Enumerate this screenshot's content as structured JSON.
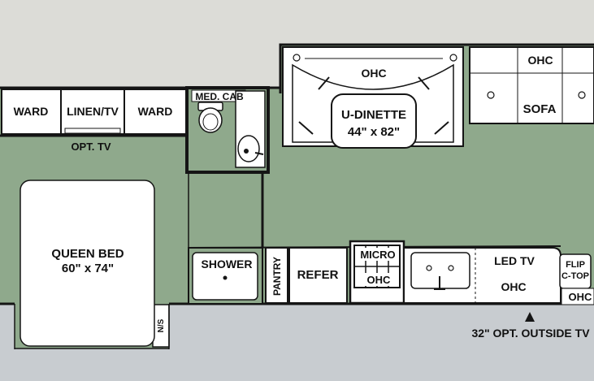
{
  "labels": {
    "ward_left": "WARD",
    "linen_tv": "LINEN/TV",
    "ward_right": "WARD",
    "opt_tv": "OPT. TV",
    "med_cab": "MED. CAB",
    "ohc_dinette": "OHC",
    "u_dinette": "U-DINETTE",
    "dinette_size": "44\" x 82\"",
    "ohc_sofa": "OHC",
    "sofa": "SOFA",
    "queen_bed": "QUEEN BED",
    "bed_size": "60\" x 74\"",
    "shower": "SHOWER",
    "pantry": "PANTRY",
    "refer": "REFER",
    "micro": "MICRO",
    "ohc_micro": "OHC",
    "led_tv": "LED TV",
    "ohc_kitchen": "OHC",
    "flip": "FLIP",
    "c_top": "C-TOP",
    "ohc_right": "OHC",
    "ns": "N/S",
    "outside_tv": "32\" OPT. OUTSIDE TV"
  },
  "colors": {
    "background_top": "#dcdcd7",
    "background_bottom": "#c8ccd0",
    "floor": "#8fa98c",
    "wall": "#151515",
    "cabinet": "#ffffff"
  }
}
